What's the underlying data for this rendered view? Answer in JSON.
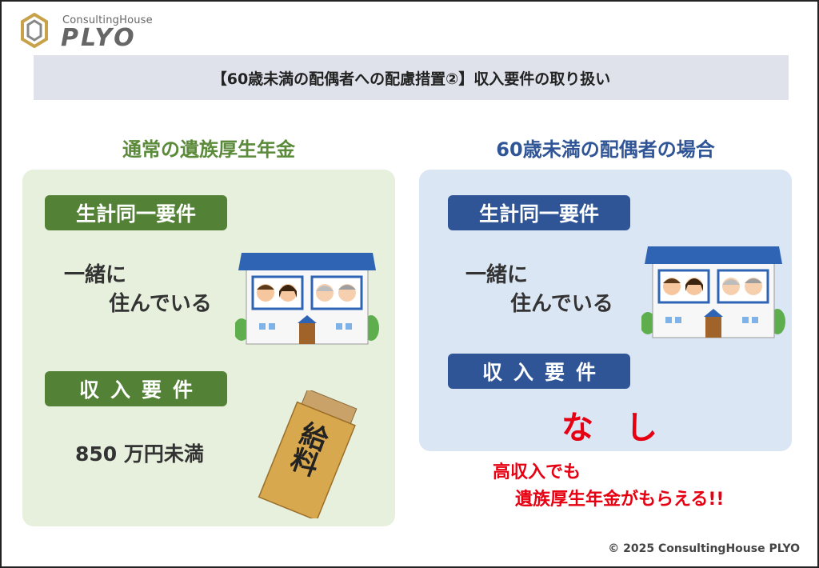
{
  "logo": {
    "brand_small": "ConsultingHouse",
    "brand_big": "PLYO"
  },
  "title": "【60歳未満の配偶者への配慮措置②】収入要件の取り扱い",
  "left": {
    "heading": "通常の遺族厚生年金",
    "tag1": "生計同一要件",
    "text1_line1": "一緒に",
    "text1_line2": "住んでいる",
    "tag2": "収入要件",
    "income_limit": "850 万円未満",
    "envelope_label": "給料"
  },
  "right": {
    "heading": "60歳未満の配偶者の場合",
    "tag1": "生計同一要件",
    "text1_line1": "一緒に",
    "text1_line2": "住んでいる",
    "tag2": "収入要件",
    "none": "なし",
    "note_line1": "高収入でも",
    "note_line2": "遺族厚生年金がもらえる!!"
  },
  "colors": {
    "green": "#538135",
    "blue": "#2f5597",
    "red": "#e60012"
  },
  "copyright": "© 2025 ConsultingHouse PLYO"
}
